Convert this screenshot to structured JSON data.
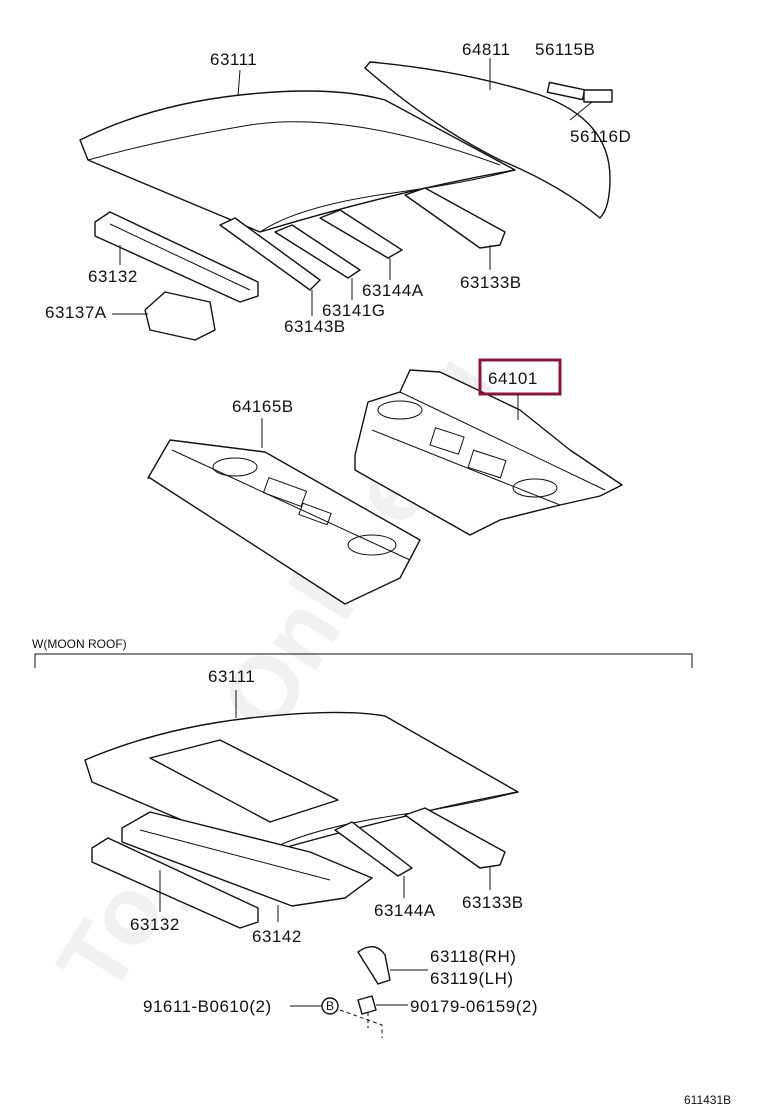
{
  "watermark": "ToyotaOnline.ru",
  "section": {
    "moon_roof_label": "W(MOON ROOF)"
  },
  "figure_code": "611431B",
  "top": {
    "roof_panel": "63111",
    "back_window_glass": "64811",
    "clip_a": "56115B",
    "clip_b": "56116D",
    "front_header": "63132",
    "bracket": "63137A",
    "bow_a": "63143B",
    "bow_b": "63141G",
    "bow_c": "63144A",
    "rear_header": "63133B"
  },
  "middle": {
    "package_tray_panel": "64101",
    "package_tray_trim": "64165B"
  },
  "bottom": {
    "roof_panel": "63111",
    "front_header": "63132",
    "reinforcement": "63142",
    "bow": "63144A",
    "rear_header": "63133B",
    "hinge_rh": "63118(RH)",
    "hinge_lh": "63119(LH)",
    "bolt": "91611-B0610(2)",
    "bolt_marker": "B",
    "nut": "90179-06159(2)"
  }
}
